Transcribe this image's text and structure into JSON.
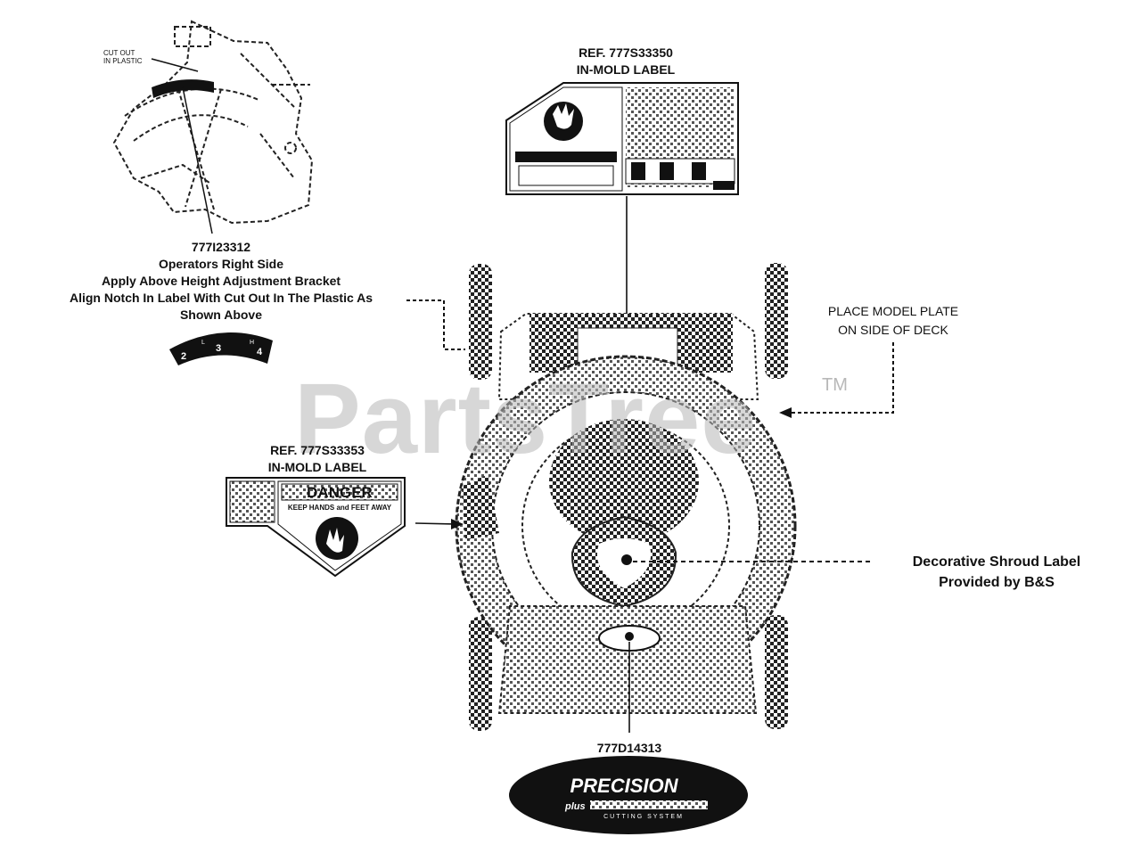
{
  "watermark": {
    "text": "PartsTree",
    "tm": "TM"
  },
  "labels": {
    "right_side_part": "777I23312",
    "right_side_line1": "Operators Right Side",
    "right_side_line2": "Apply Above Height Adjustment Bracket",
    "right_side_line3": "Align Notch In Label With Cut Out In The Plastic As",
    "right_side_line4": "Shown Above",
    "cut_out_line1": "CUT OUT",
    "cut_out_line2": "IN PLASTIC",
    "ref_top_line1": "REF. 777S33350",
    "ref_top_line2": "IN-MOLD LABEL",
    "ref_left_line1": "REF. 777S33353",
    "ref_left_line2": "IN-MOLD LABEL",
    "model_plate_line1": "PLACE MODEL PLATE",
    "model_plate_line2": "ON SIDE OF DECK",
    "shroud_line1": "Decorative Shroud Label",
    "shroud_line2": "Provided by B&S",
    "bottom_part": "777D14313"
  },
  "height_label": {
    "numbers": [
      "2",
      "3",
      "4"
    ],
    "marks": [
      "L",
      "H"
    ]
  },
  "danger_label": {
    "title": "DANGER",
    "subtitle": "KEEP HANDS and FEET AWAY"
  },
  "precision_logo": {
    "brand": "PRECISION",
    "plus": "plus",
    "tagline": "CUTTING SYSTEM"
  },
  "colors": {
    "ink": "#111111",
    "watermark": "#b8b8b8",
    "background": "#ffffff"
  }
}
